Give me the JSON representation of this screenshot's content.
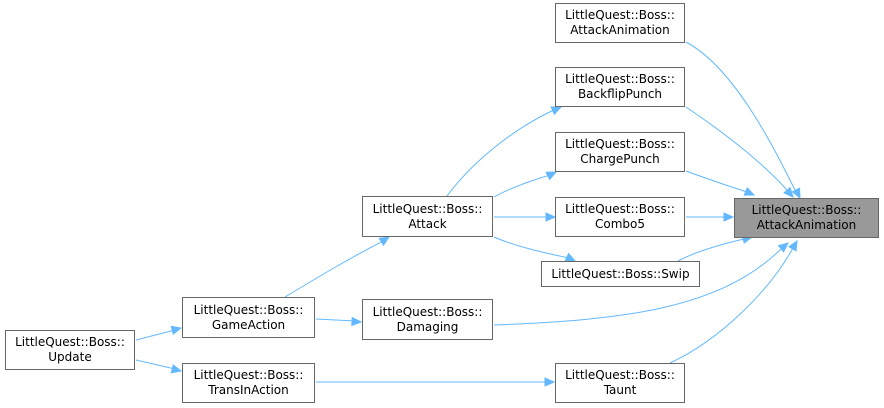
{
  "graph": {
    "nodes": [
      {
        "id": "attack_animation_main",
        "lines": [
          "LittleQuest::Boss::",
          "AttackAnimation"
        ],
        "current": true
      },
      {
        "id": "attack_animation_top",
        "lines": [
          "LittleQuest::Boss::",
          "AttackAnimation"
        ]
      },
      {
        "id": "backflip_punch",
        "lines": [
          "LittleQuest::Boss::",
          "BackflipPunch"
        ]
      },
      {
        "id": "charge_punch",
        "lines": [
          "LittleQuest::Boss::",
          "ChargePunch"
        ]
      },
      {
        "id": "combo5",
        "lines": [
          "LittleQuest::Boss::",
          "Combo5"
        ]
      },
      {
        "id": "swip",
        "lines": [
          "LittleQuest::Boss::Swip"
        ]
      },
      {
        "id": "attack",
        "lines": [
          "LittleQuest::Boss::",
          "Attack"
        ]
      },
      {
        "id": "damaging",
        "lines": [
          "LittleQuest::Boss::",
          "Damaging"
        ]
      },
      {
        "id": "taunt",
        "lines": [
          "LittleQuest::Boss::",
          "Taunt"
        ]
      },
      {
        "id": "game_action",
        "lines": [
          "LittleQuest::Boss::",
          "GameAction"
        ]
      },
      {
        "id": "trans_in_action",
        "lines": [
          "LittleQuest::Boss::",
          "TransInAction"
        ]
      },
      {
        "id": "update",
        "lines": [
          "LittleQuest::Boss::",
          "Update"
        ]
      }
    ],
    "edges": [
      {
        "from": "attack_animation_top",
        "to": "attack_animation_main"
      },
      {
        "from": "backflip_punch",
        "to": "attack_animation_main"
      },
      {
        "from": "charge_punch",
        "to": "attack_animation_main"
      },
      {
        "from": "combo5",
        "to": "attack_animation_main"
      },
      {
        "from": "swip",
        "to": "attack_animation_main"
      },
      {
        "from": "damaging",
        "to": "attack_animation_main"
      },
      {
        "from": "taunt",
        "to": "attack_animation_main"
      },
      {
        "from": "attack",
        "to": "backflip_punch"
      },
      {
        "from": "attack",
        "to": "charge_punch"
      },
      {
        "from": "attack",
        "to": "combo5"
      },
      {
        "from": "attack",
        "to": "swip"
      },
      {
        "from": "game_action",
        "to": "attack"
      },
      {
        "from": "game_action",
        "to": "damaging"
      },
      {
        "from": "trans_in_action",
        "to": "taunt"
      },
      {
        "from": "update",
        "to": "game_action"
      },
      {
        "from": "update",
        "to": "trans_in_action"
      }
    ]
  },
  "colors": {
    "edge": "#63b8ff",
    "node_border": "#666666",
    "current_fill": "#999999"
  }
}
